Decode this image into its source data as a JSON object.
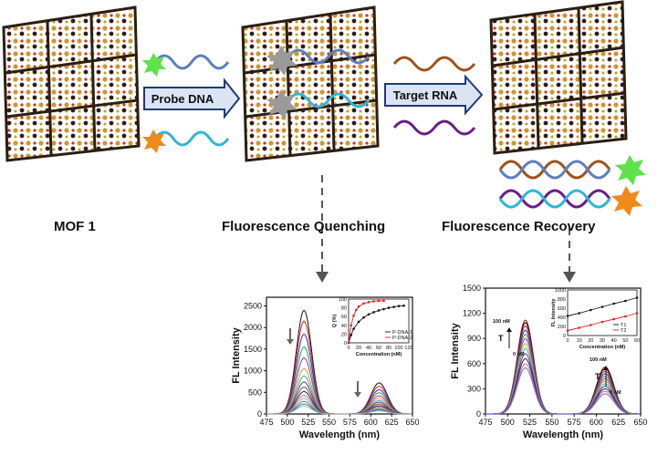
{
  "labels": {
    "mof": "MOF 1",
    "quenching": "Fluorescence  Quenching",
    "recovery": "Fluorescence  Recovery",
    "probe_dna": "Probe DNA",
    "target_rna": "Target RNA"
  },
  "colors": {
    "mof_gold": "#c99a2b",
    "mof_dark": "#2a1f12",
    "strand_blue": "#5b7fbf",
    "strand_cyan": "#2fb6d8",
    "strand_brown": "#a0521a",
    "strand_purple": "#6a1e86",
    "green_dye": "#5ee34a",
    "orange_dye": "#f08a1a",
    "quenched": "#9a9a9a",
    "arrow_fill": "#dbe4f3"
  },
  "chart_data": [
    {
      "type": "line",
      "name_key": "quenching_spectra",
      "xlabel": "Wavelength (nm)",
      "ylabel": "FL Intensity",
      "xlim": [
        475,
        650
      ],
      "ylim": [
        0,
        2700
      ],
      "x_ticks": [
        "475",
        "500",
        "525",
        "550",
        "575",
        "600",
        "625",
        "650"
      ],
      "y_ticks": [
        "0",
        "500",
        "1000",
        "1500",
        "2000",
        "2500"
      ],
      "peak1_center": 520,
      "peak2_center": 610,
      "peak1_heights": [
        2400,
        2150,
        1850,
        1550,
        1300,
        1050,
        880,
        740,
        620,
        520,
        430,
        360,
        290,
        230,
        180
      ],
      "peak2_heights": [
        720,
        640,
        560,
        490,
        420,
        360,
        310,
        270,
        230,
        190,
        160,
        130,
        110,
        90,
        70
      ],
      "colors": [
        "#111111",
        "#e01e1e",
        "#2a2ad8",
        "#1fb31f",
        "#c21fc2",
        "#d7a21a",
        "#1abdbd",
        "#7a2a8a",
        "#8a5a1a",
        "#1a1a8a",
        "#e06a6a",
        "#6ad06a",
        "#6a6ae0",
        "#2a7a7a",
        "#b0b0b0"
      ],
      "inset": {
        "xlabel": "Concentration (nM)",
        "ylabel": "Q (%)",
        "xlim": [
          0,
          120
        ],
        "ylim": [
          0,
          100
        ],
        "x_ticks": [
          "0",
          "20",
          "40",
          "60",
          "80",
          "100",
          "120"
        ],
        "y_ticks": [
          "0",
          "20",
          "40",
          "60",
          "80",
          "100"
        ],
        "series": [
          {
            "name": "P-DNA-1",
            "color": "#111111",
            "x": [
              0,
              5,
              10,
              20,
              30,
              40,
              50,
              60,
              70,
              80,
              90,
              100,
              110
            ],
            "y": [
              0,
              18,
              32,
              48,
              58,
              65,
              70,
              74,
              77,
              80,
              82,
              84,
              85
            ]
          },
          {
            "name": "P-DNA-2",
            "color": "#e01e1e",
            "x": [
              0,
              5,
              10,
              15,
              20,
              30,
              40,
              50,
              60,
              70
            ],
            "y": [
              0,
              40,
              62,
              75,
              83,
              90,
              93,
              95,
              96,
              96
            ]
          }
        ]
      }
    },
    {
      "type": "line",
      "name_key": "recovery_spectra",
      "xlabel": "Wavelength (nm)",
      "ylabel": "FL Intensity",
      "xlim": [
        475,
        650
      ],
      "ylim": [
        0,
        1500
      ],
      "x_ticks": [
        "475",
        "500",
        "525",
        "550",
        "575",
        "600",
        "625",
        "650"
      ],
      "y_ticks": [
        "0",
        "300",
        "600",
        "900",
        "1200",
        "1500"
      ],
      "peak1_center": 520,
      "peak2_center": 610,
      "peak1_heights": [
        1120,
        1090,
        1050,
        1000,
        950,
        900,
        840,
        780,
        720,
        660,
        600,
        550
      ],
      "peak2_heights": [
        560,
        540,
        510,
        480,
        450,
        420,
        390,
        360,
        330,
        300,
        270,
        240
      ],
      "colors": [
        "#8b1a1a",
        "#111111",
        "#e01e1e",
        "#2a2ad8",
        "#1fb31f",
        "#c21fc2",
        "#d7a21a",
        "#1abdbd",
        "#7a2a8a",
        "#1a1a8a",
        "#e06a6a",
        "#6a6ae0"
      ],
      "annotations": {
        "t1_label": "T",
        "t2_label": "T",
        "high": "100 nM",
        "low": "0 nM"
      },
      "inset": {
        "xlabel": "Concentration (nM)",
        "ylabel": "FL Intensity",
        "xlim": [
          0,
          60
        ],
        "ylim": [
          0,
          1000
        ],
        "x_ticks": [
          "0",
          "10",
          "20",
          "30",
          "40",
          "50",
          "60"
        ],
        "y_ticks": [
          "0",
          "200",
          "400",
          "600",
          "800",
          "1000"
        ],
        "series": [
          {
            "name": "T1",
            "color": "#111111",
            "x": [
              0,
              10,
              20,
              30,
              40,
              50,
              60
            ],
            "y": [
              430,
              490,
              560,
              630,
              700,
              760,
              830
            ]
          },
          {
            "name": "T2",
            "color": "#e01e1e",
            "x": [
              0,
              10,
              20,
              30,
              40,
              50,
              60
            ],
            "y": [
              110,
              170,
              230,
              300,
              360,
              420,
              490
            ]
          }
        ]
      }
    }
  ]
}
